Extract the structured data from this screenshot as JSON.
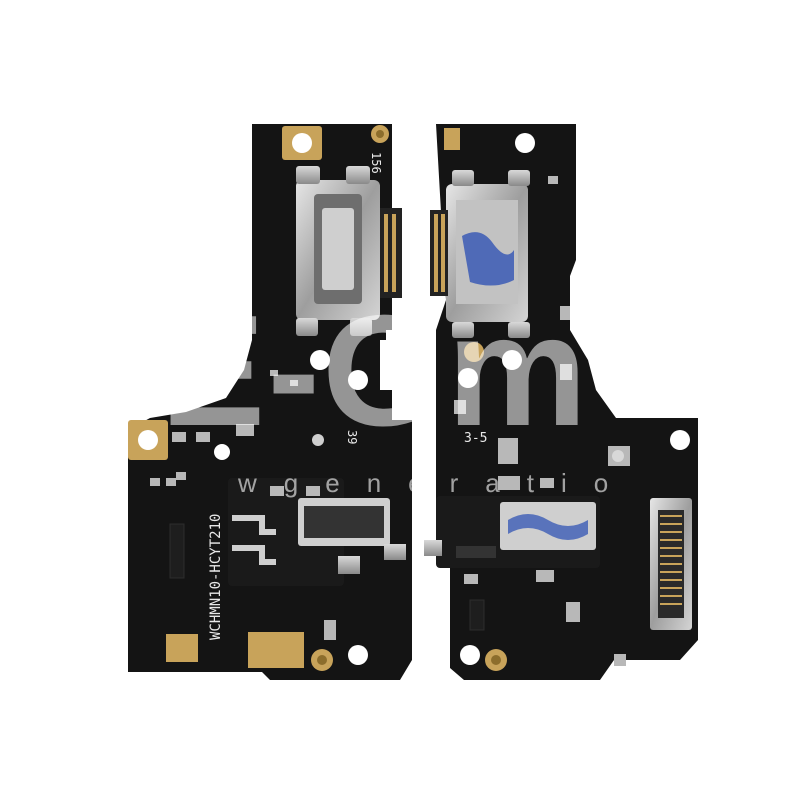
{
  "product_photo": {
    "subject": "charging port board flex cable",
    "left_board": {
      "label_top": "156",
      "label_mid": "39",
      "part_number": "WCHMN10-HCYT210"
    },
    "right_board": {
      "label_mid": "3-5"
    }
  },
  "watermark": {
    "logo": "E-Gm",
    "subtitle": "wgeneratio"
  },
  "colors": {
    "background": "#ffffff",
    "pcb": "#141414",
    "pad": "#c8a35a",
    "connector_metal": "#bdbdbd",
    "tape": "#3b5bb5"
  }
}
